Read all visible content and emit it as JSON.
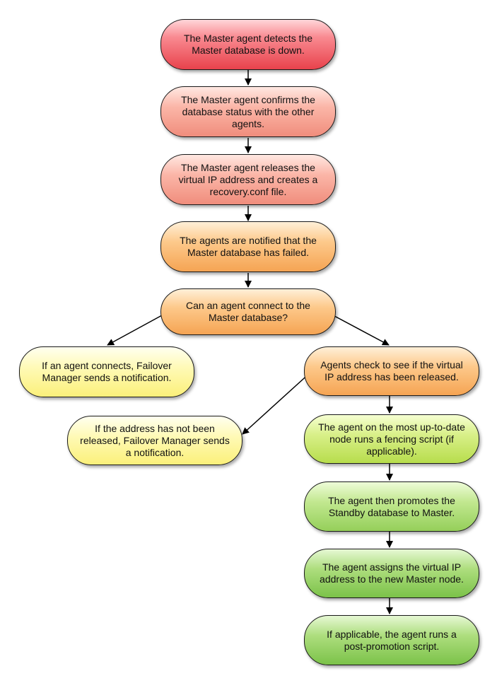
{
  "nodes": {
    "detect": "The Master agent detects the Master database is down.",
    "confirm": "The Master agent confirms the database status with the other agents.",
    "release": "The Master agent releases the virtual IP address and creates a recovery.conf file.",
    "notify": "The agents are notified that the Master database has failed.",
    "question": "Can an agent connect to the Master database?",
    "connects": "If an agent connects, Failover Manager sends a notification.",
    "check": "Agents check to see if the virtual IP address has been released.",
    "not_released": "If the address has not been released, Failover Manager sends a notification.",
    "fencing": "The agent on the most up-to-date node runs a fencing script (if applicable).",
    "promote": "The agent then promotes the Standby database to Master.",
    "assign": "The agent assigns the virtual IP address to the new Master node.",
    "post": "If applicable, the agent runs a post-promotion script."
  },
  "colors": {
    "red": "#e8424c",
    "salmon": "#f08d7c",
    "orange": "#f5a453",
    "yellow": "#fbf07a",
    "lime": "#b7dd4c",
    "green": "#7bc249",
    "connector": "#000000"
  }
}
